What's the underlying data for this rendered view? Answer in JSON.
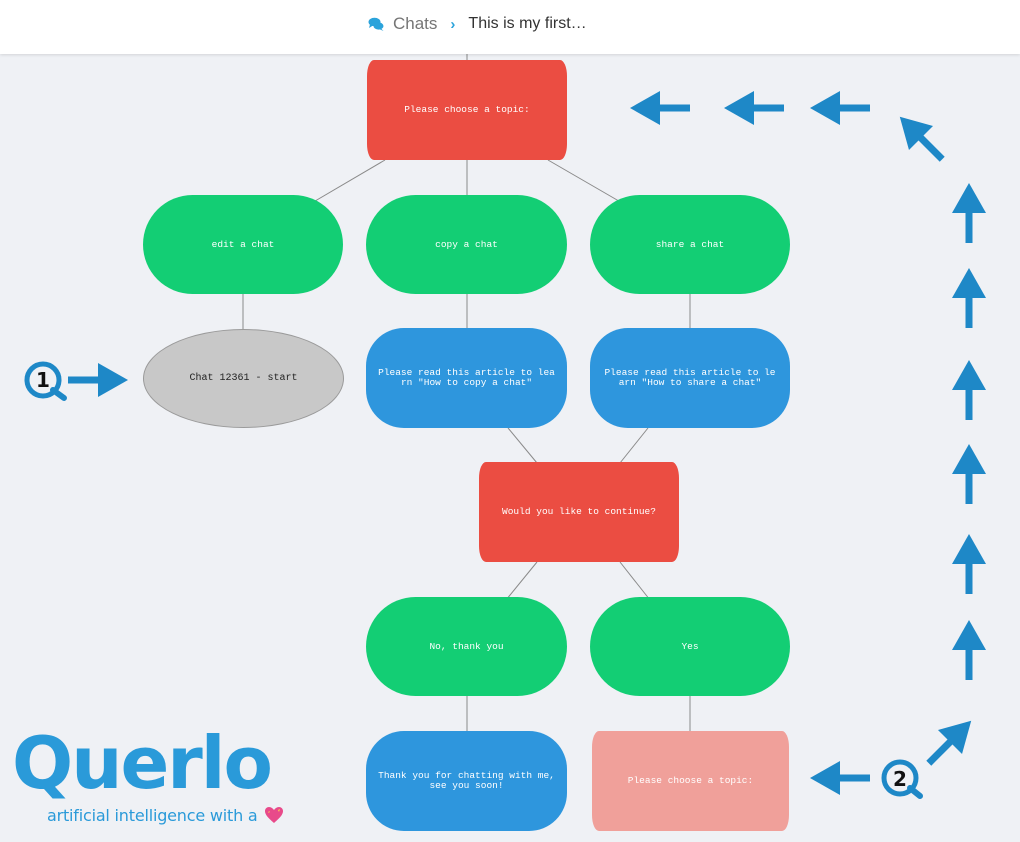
{
  "breadcrumb": {
    "section": "Chats",
    "current": "This is my first…"
  },
  "flow": {
    "root": "Please choose a topic:",
    "options": [
      "edit a chat",
      "copy a chat",
      "share a chat"
    ],
    "start_node": "Chat 12361 - start",
    "copy_article": "Please read this article to learn \"How to copy a chat\"",
    "share_article": "Please read this article to learn \"How to share a chat\"",
    "continue_question": "Would you like to continue?",
    "answer_no": "No, thank you",
    "answer_yes": "Yes",
    "goodbye": "Thank you for chatting with me, see you soon!",
    "loop_back": "Please choose a topic:"
  },
  "markers": {
    "one": "1",
    "two": "2"
  },
  "brand": {
    "logo": "Querlo",
    "tagline": "artificial intelligence with a"
  },
  "colors": {
    "question": "#eb4d42",
    "option": "#13ce74",
    "message": "#2e96dd",
    "arrow": "#1e88c7",
    "logo": "#2a9ad9"
  }
}
